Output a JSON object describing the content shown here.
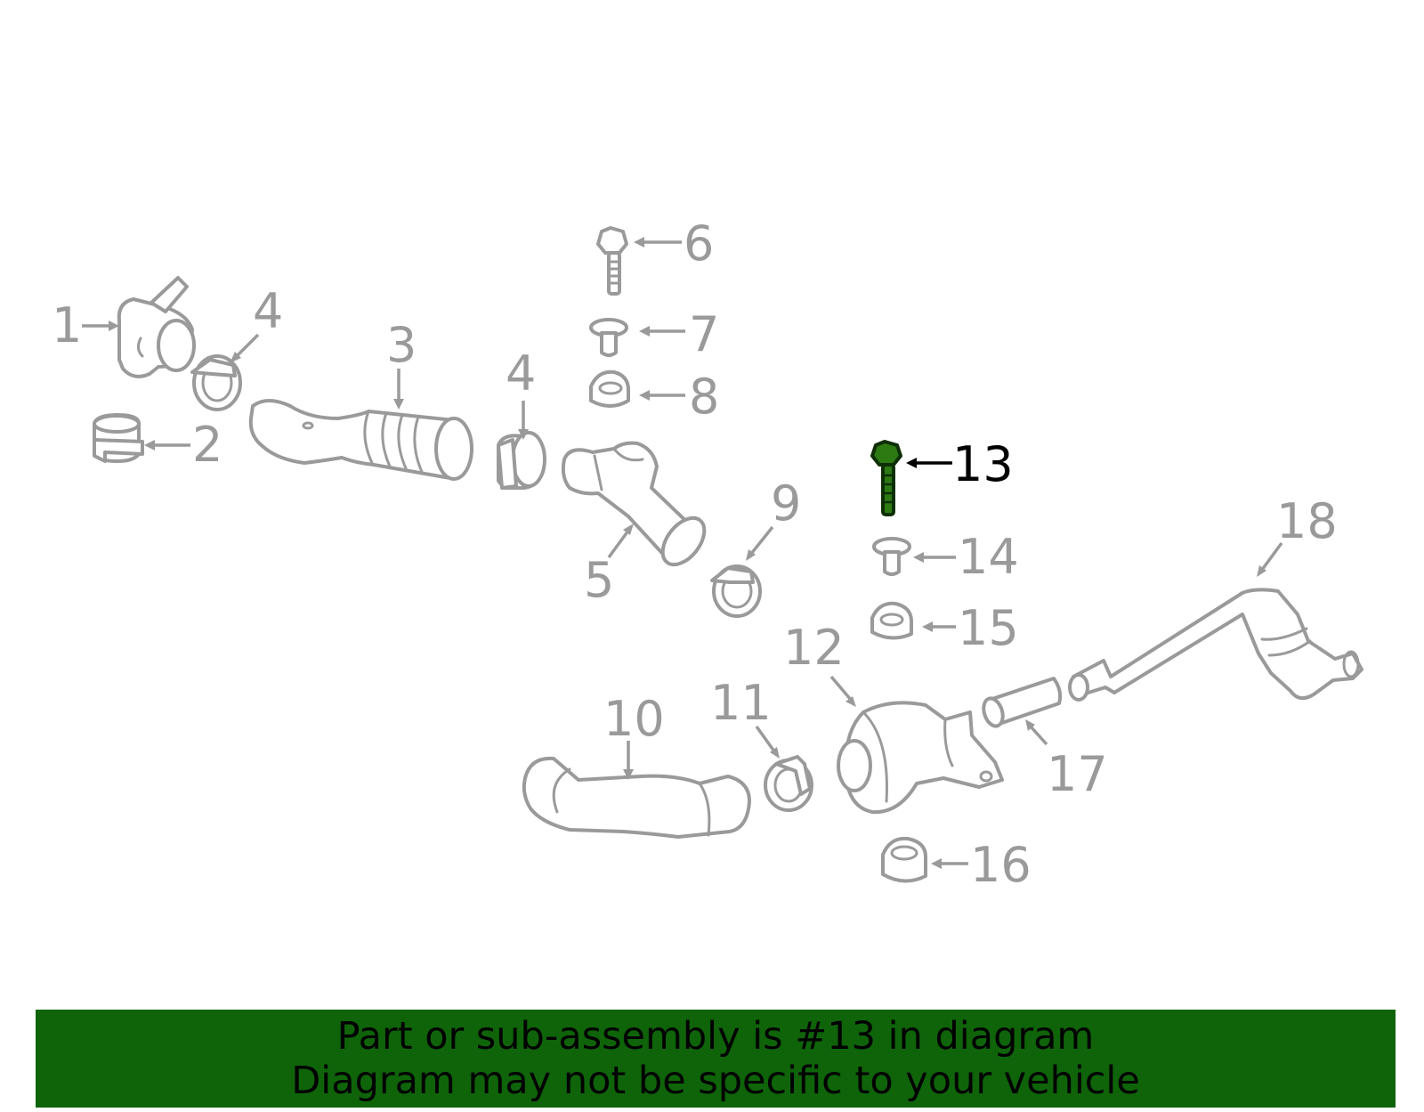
{
  "diagram": {
    "highlighted_part": "13",
    "highlight_color": "#2d7a12",
    "part_color": "#9a9a9a",
    "callouts": [
      "1",
      "2",
      "3",
      "4",
      "4",
      "5",
      "6",
      "7",
      "8",
      "9",
      "10",
      "11",
      "12",
      "13",
      "14",
      "15",
      "16",
      "17",
      "18"
    ]
  },
  "banner": {
    "line1": "Part or sub-assembly is #13 in diagram",
    "line2": "Diagram may not be specific to your vehicle",
    "background": "#0f640a"
  }
}
